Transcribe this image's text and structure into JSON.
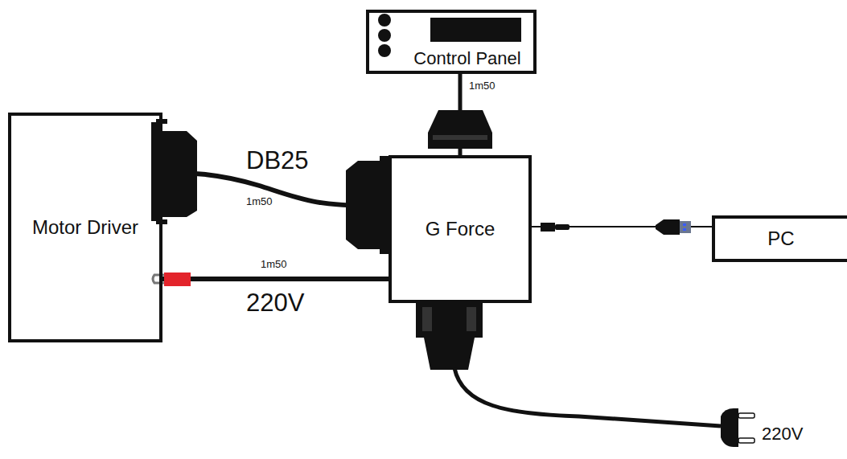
{
  "diagram": {
    "nodes": [
      {
        "text": [
          "Control Panel"
        ]
      },
      {
        "text": [
          "Motor Driver"
        ]
      },
      {
        "text": [
          "G Force"
        ]
      },
      {
        "text": [
          "PC"
        ]
      }
    ],
    "edges": [
      {
        "from": 2,
        "to": 0,
        "label": "1m50",
        "arrow": "none"
      },
      {
        "from": 1,
        "to": 2,
        "label": "1m50",
        "arrow": "none"
      },
      {
        "from": 1,
        "to": 2,
        "label": "1m50",
        "arrow": "none"
      },
      {
        "from": 2,
        "to": 3,
        "arrow": "none"
      }
    ],
    "labels": [
      "DB25",
      "220V",
      "220V"
    ]
  }
}
